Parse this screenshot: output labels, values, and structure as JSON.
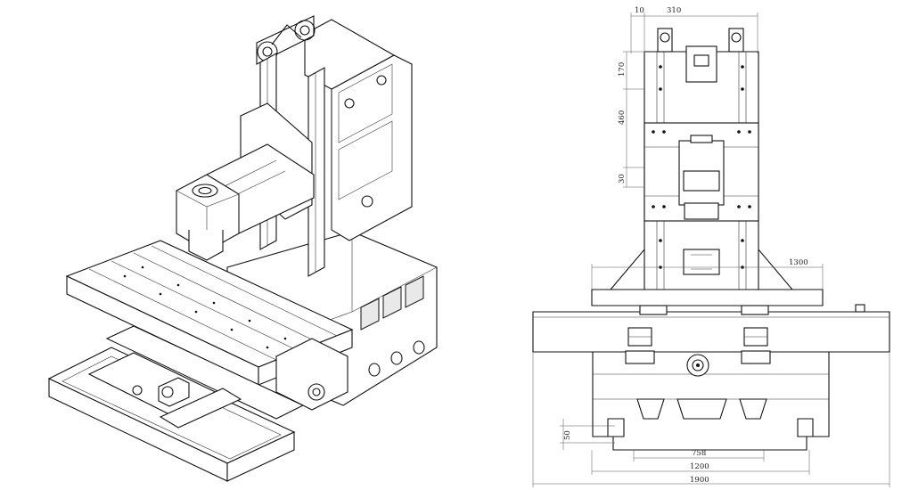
{
  "dimensions": {
    "top_left": "10",
    "top_right": "310",
    "side_top": "170",
    "side_mid": "460",
    "side_low": "30",
    "table_width": "1300",
    "foot_height": "50",
    "base_inner": "758",
    "base_mid": "1200",
    "base_total": "1900"
  }
}
